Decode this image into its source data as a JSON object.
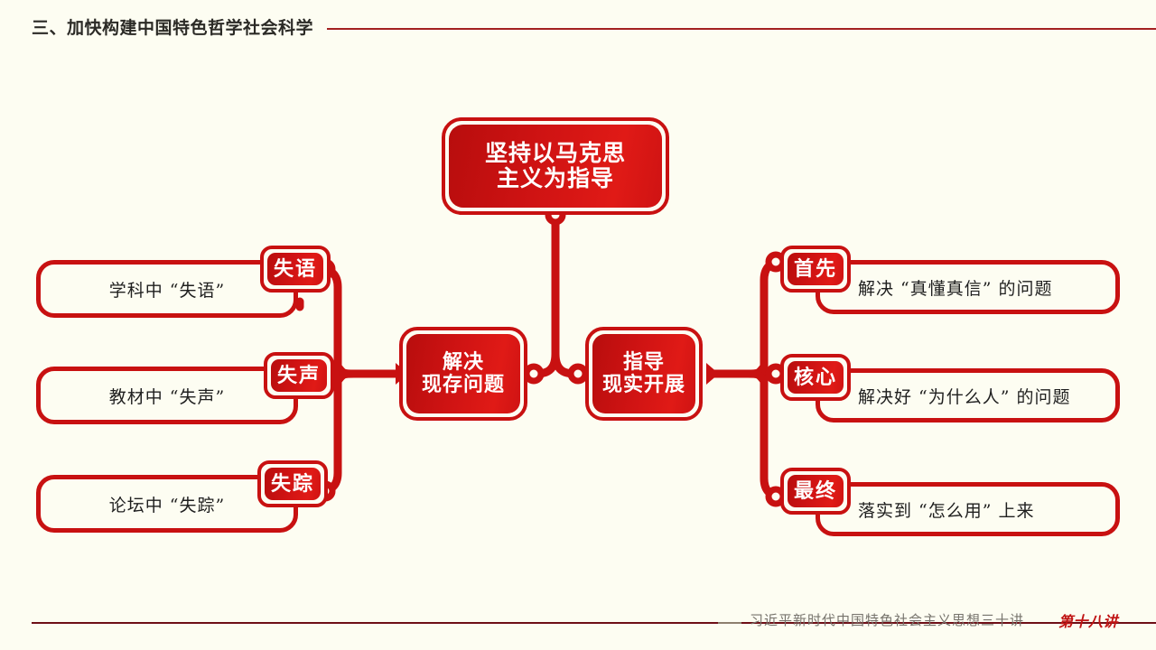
{
  "header": {
    "title": "三、加快构建中国特色哲学社会科学"
  },
  "footer": {
    "series": "习近平新时代中国特色社会主义思想三十讲",
    "lecture": "第十八讲"
  },
  "colors": {
    "accent_red": "#c81111",
    "deep_red": "#b80d0d",
    "rule_red": "#a32020",
    "footer_rule": "#6e0f16",
    "background": "#FDFDF2",
    "title_text": "#2b2a26",
    "footer_text": "#76736c"
  },
  "diagram": {
    "top_node": {
      "label": "坚持以马克思\n主义为指导",
      "line1": "坚持以马克思",
      "line2": "主义为指导"
    },
    "center_nodes": [
      {
        "id": "solve",
        "line1": "解决",
        "line2": "现存问题"
      },
      {
        "id": "guide",
        "line1": "指导",
        "line2": "现实开展"
      }
    ],
    "left_branches": [
      {
        "badge": "失语",
        "caption": "学科中 “失语”"
      },
      {
        "badge": "失声",
        "caption": "教材中 “失声”"
      },
      {
        "badge": "失踪",
        "caption": "论坛中 “失踪”"
      }
    ],
    "right_branches": [
      {
        "badge": "首先",
        "caption": "解决 “真懂真信” 的问题"
      },
      {
        "badge": "核心",
        "caption": "解决好 “为什么人” 的问题"
      },
      {
        "badge": "最终",
        "caption": "落实到 “怎么用” 上来"
      }
    ]
  }
}
